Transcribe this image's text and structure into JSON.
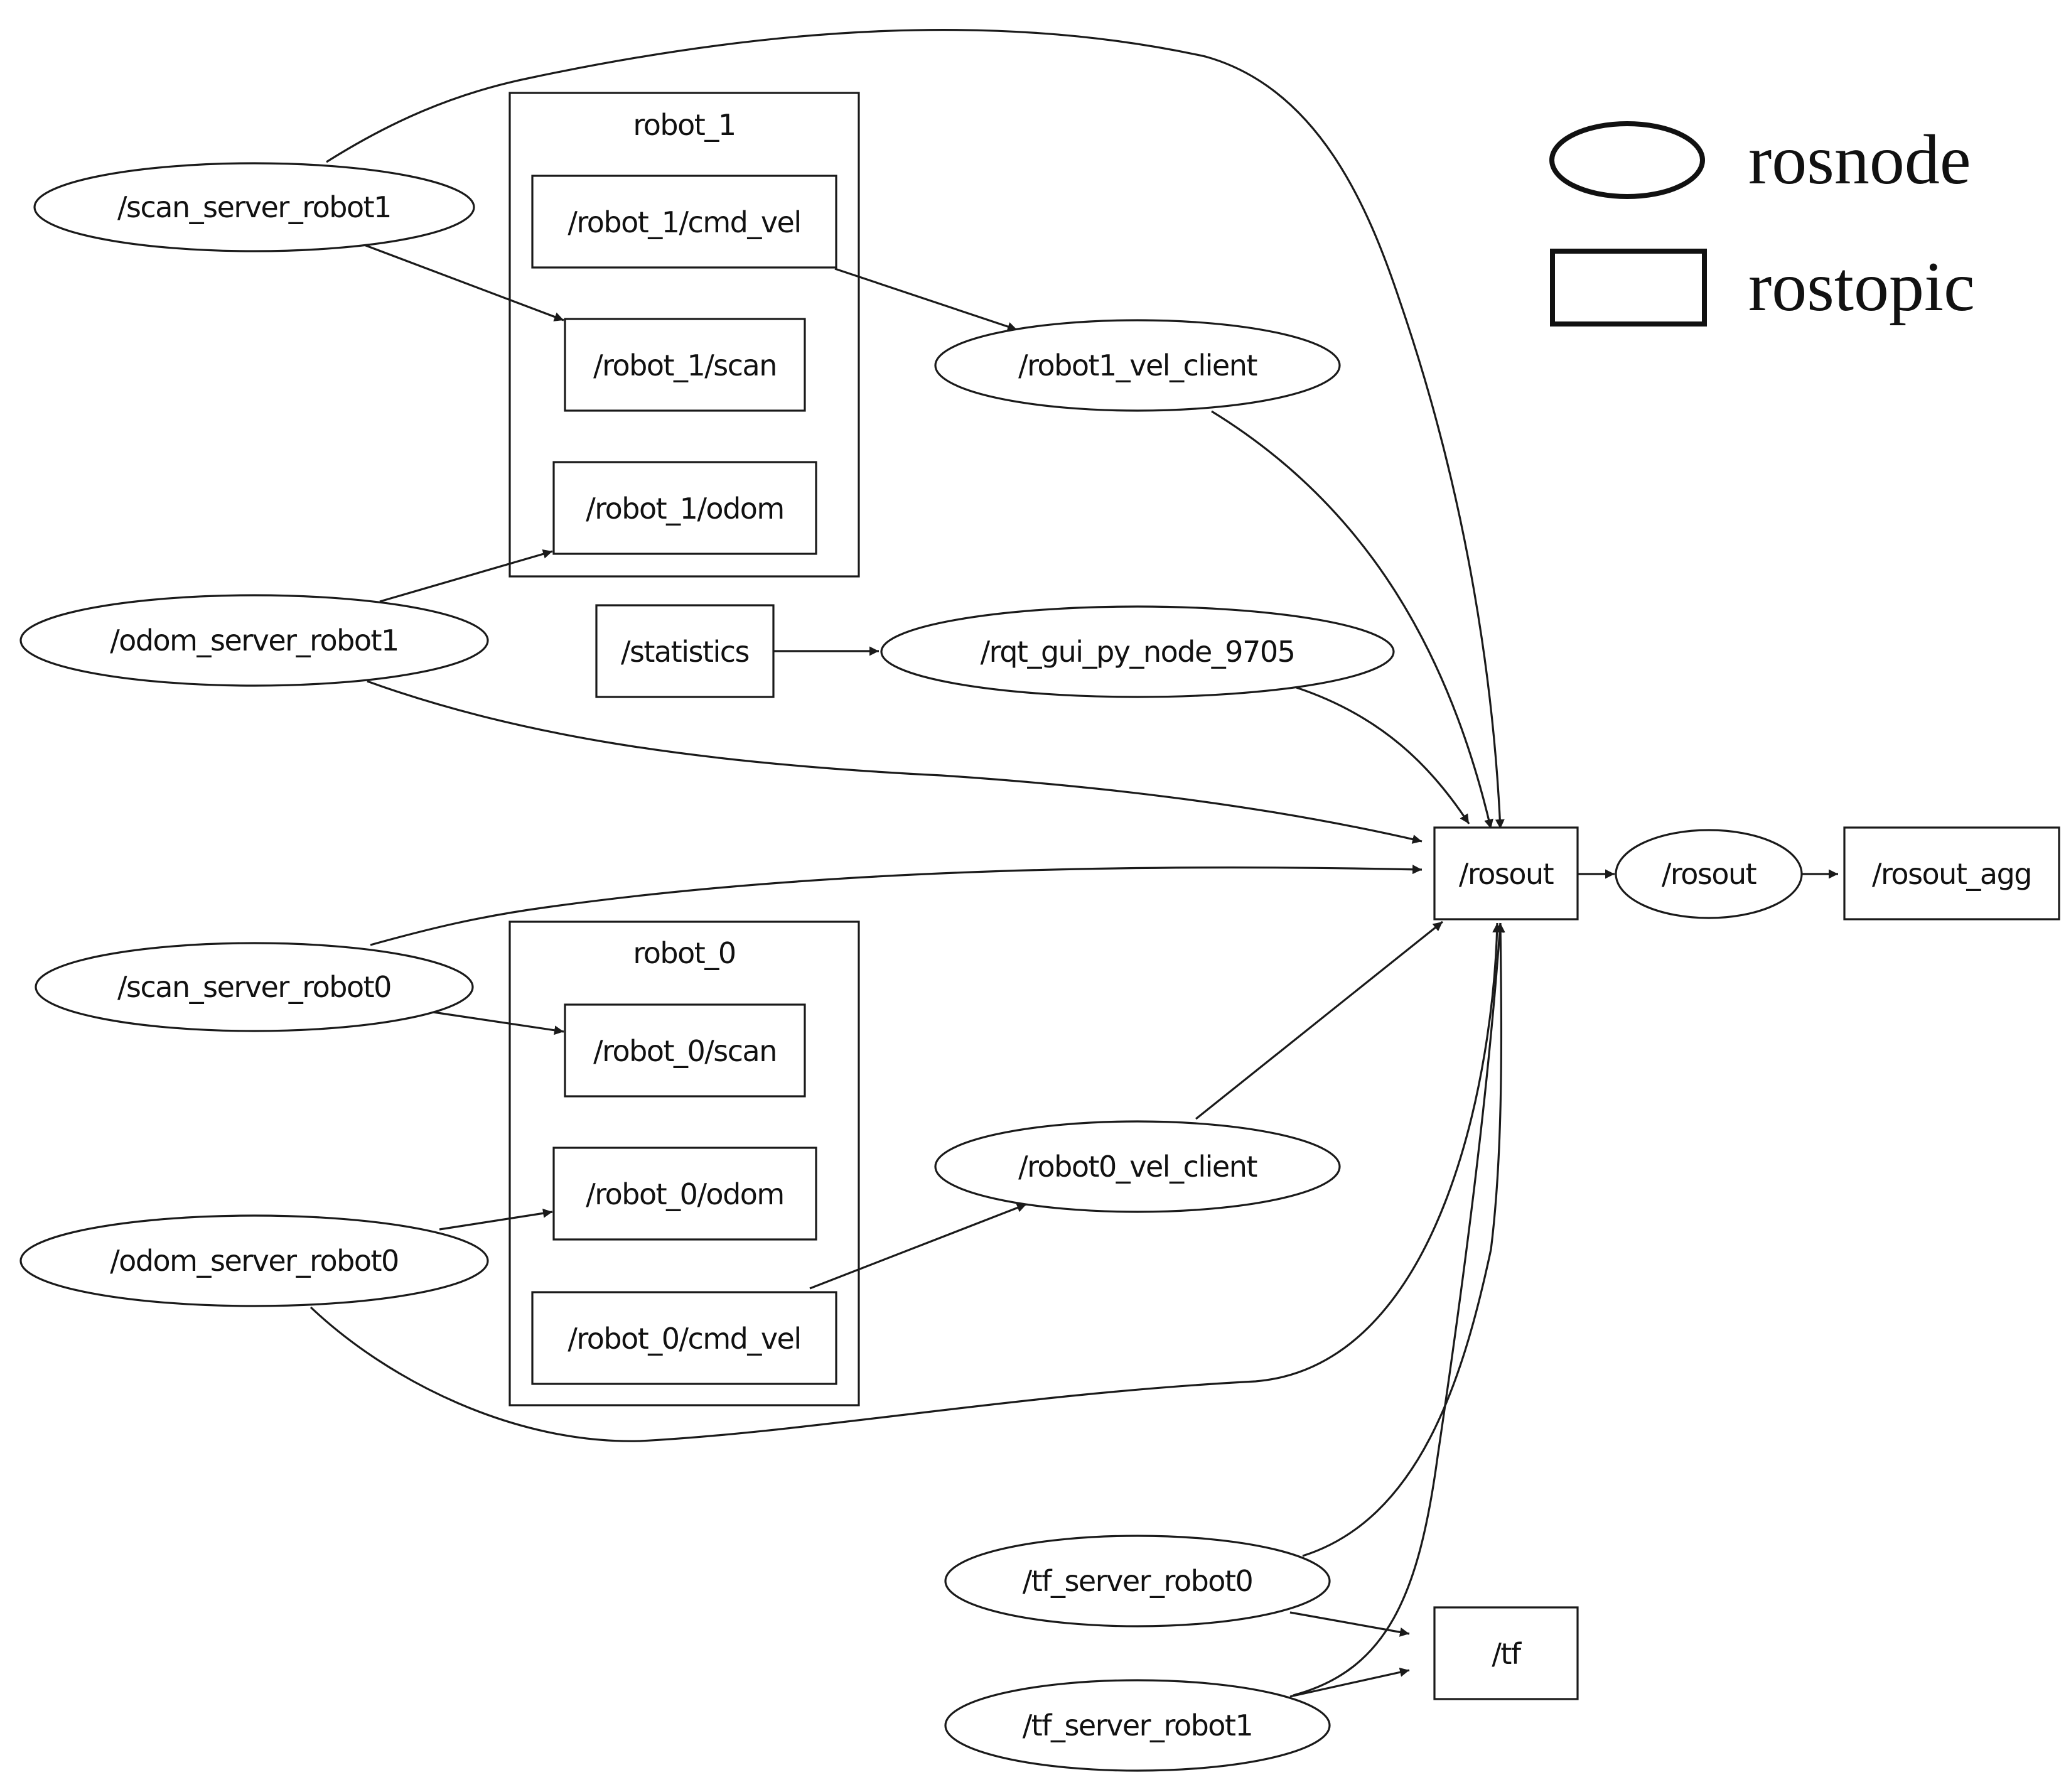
{
  "legend": {
    "node_label": "rosnode",
    "topic_label": "rostopic"
  },
  "clusters": {
    "robot_1": "robot_1",
    "robot_0": "robot_0"
  },
  "nodes": {
    "scan_server_robot1": "/scan_server_robot1",
    "odom_server_robot1": "/odom_server_robot1",
    "scan_server_robot0": "/scan_server_robot0",
    "odom_server_robot0": "/odom_server_robot0",
    "robot1_vel_client": "/robot1_vel_client",
    "rqt_gui_py_node": "/rqt_gui_py_node_9705",
    "robot0_vel_client": "/robot0_vel_client",
    "tf_server_robot0": "/tf_server_robot0",
    "tf_server_robot1": "/tf_server_robot1",
    "rosout_node": "/rosout"
  },
  "topics": {
    "robot_1_cmd_vel": "/robot_1/cmd_vel",
    "robot_1_scan": "/robot_1/scan",
    "robot_1_odom": "/robot_1/odom",
    "statistics": "/statistics",
    "robot_0_scan": "/robot_0/scan",
    "robot_0_odom": "/robot_0/odom",
    "robot_0_cmd_vel": "/robot_0/cmd_vel",
    "rosout": "/rosout",
    "rosout_agg": "/rosout_agg",
    "tf": "/tf"
  },
  "edges": [
    {
      "from": "/scan_server_robot1",
      "to": "/robot_1/scan"
    },
    {
      "from": "/scan_server_robot1",
      "to": "/rosout"
    },
    {
      "from": "/robot_1/cmd_vel",
      "to": "/robot1_vel_client"
    },
    {
      "from": "/robot1_vel_client",
      "to": "/rosout"
    },
    {
      "from": "/odom_server_robot1",
      "to": "/robot_1/odom"
    },
    {
      "from": "/odom_server_robot1",
      "to": "/rosout"
    },
    {
      "from": "/statistics",
      "to": "/rqt_gui_py_node_9705"
    },
    {
      "from": "/rqt_gui_py_node_9705",
      "to": "/rosout"
    },
    {
      "from": "/scan_server_robot0",
      "to": "/rosout"
    },
    {
      "from": "/scan_server_robot0",
      "to": "/robot_0/scan"
    },
    {
      "from": "/odom_server_robot0",
      "to": "/robot_0/odom"
    },
    {
      "from": "/odom_server_robot0",
      "to": "/rosout"
    },
    {
      "from": "/robot_0/cmd_vel",
      "to": "/robot0_vel_client"
    },
    {
      "from": "/robot0_vel_client",
      "to": "/rosout"
    },
    {
      "from": "/tf_server_robot0",
      "to": "/rosout"
    },
    {
      "from": "/tf_server_robot0",
      "to": "/tf"
    },
    {
      "from": "/tf_server_robot1",
      "to": "/rosout"
    },
    {
      "from": "/tf_server_robot1",
      "to": "/tf"
    },
    {
      "from": "/rosout (topic)",
      "to": "/rosout (node)"
    },
    {
      "from": "/rosout (node)",
      "to": "/rosout_agg"
    }
  ]
}
